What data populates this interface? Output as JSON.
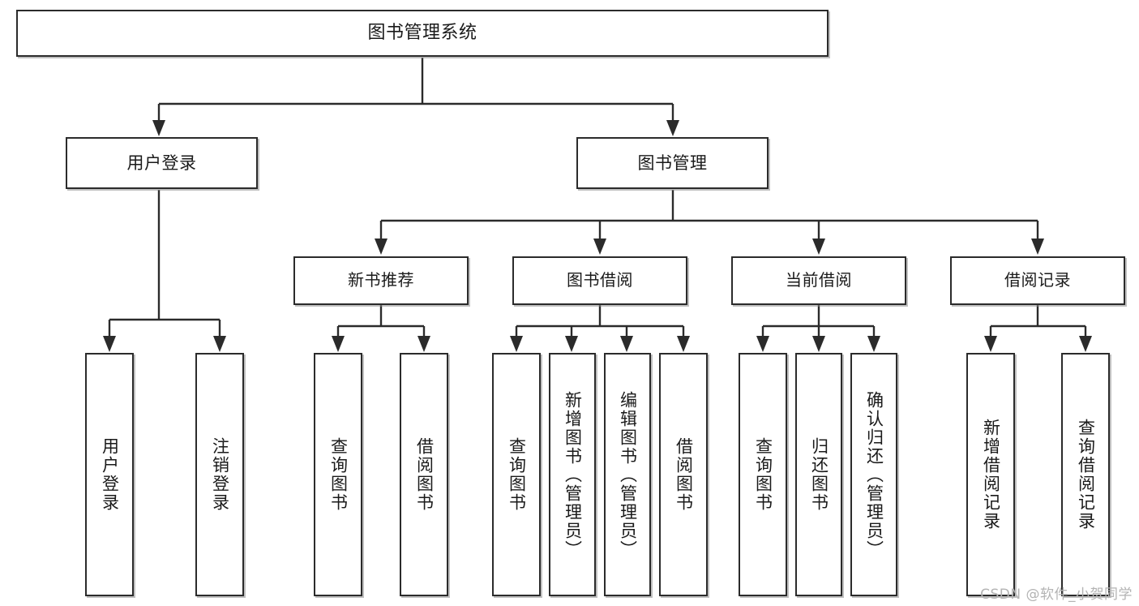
{
  "diagram": {
    "title": "图书管理系统",
    "type": "tree",
    "watermark": "CSDN @软件_小贺同学",
    "accent_color": "#2b2b2b",
    "background_color": "#ffffff",
    "root": {
      "id": "root",
      "label": "图书管理系统"
    },
    "level1": [
      {
        "id": "user-login",
        "label": "用户登录"
      },
      {
        "id": "book-manage",
        "label": "图书管理"
      }
    ],
    "level2": [
      {
        "id": "new-book-recommend",
        "label": "新书推荐",
        "parent": "book-manage"
      },
      {
        "id": "book-borrow",
        "label": "图书借阅",
        "parent": "book-manage"
      },
      {
        "id": "current-borrow",
        "label": "当前借阅",
        "parent": "book-manage"
      },
      {
        "id": "borrow-record",
        "label": "借阅记录",
        "parent": "book-manage"
      }
    ],
    "leaves": [
      {
        "id": "leaf-user-login",
        "label": "用户登录",
        "parent": "user-login"
      },
      {
        "id": "leaf-logout",
        "label": "注销登录",
        "parent": "user-login"
      },
      {
        "id": "leaf-query-book-1",
        "label": "查询图书",
        "parent": "new-book-recommend"
      },
      {
        "id": "leaf-borrow-book-1",
        "label": "借阅图书",
        "parent": "new-book-recommend"
      },
      {
        "id": "leaf-query-book-2",
        "label": "查询图书",
        "parent": "book-borrow"
      },
      {
        "id": "leaf-add-book",
        "label": "新增图书（管理员）",
        "parent": "book-borrow"
      },
      {
        "id": "leaf-edit-book",
        "label": "编辑图书（管理员）",
        "parent": "book-borrow"
      },
      {
        "id": "leaf-borrow-book-2",
        "label": "借阅图书",
        "parent": "book-borrow"
      },
      {
        "id": "leaf-query-book-3",
        "label": "查询图书",
        "parent": "current-borrow"
      },
      {
        "id": "leaf-return-book",
        "label": "归还图书",
        "parent": "current-borrow"
      },
      {
        "id": "leaf-confirm-return",
        "label": "确认归还（管理员）",
        "parent": "current-borrow"
      },
      {
        "id": "leaf-add-record",
        "label": "新增借阅记录",
        "parent": "borrow-record"
      },
      {
        "id": "leaf-query-record",
        "label": "查询借阅记录",
        "parent": "borrow-record"
      }
    ]
  }
}
